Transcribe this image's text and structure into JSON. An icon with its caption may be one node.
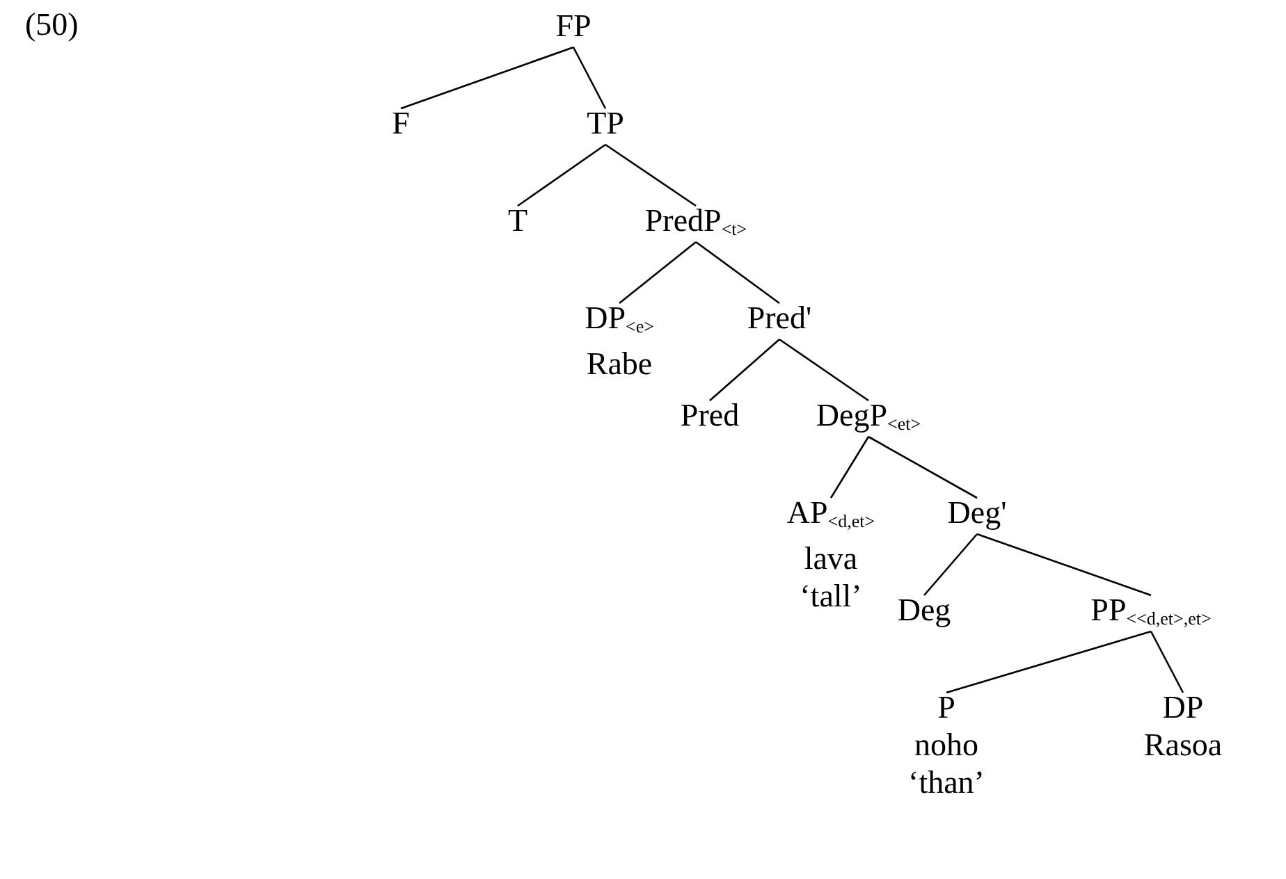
{
  "diagram": {
    "nodes": [
      {
        "text": [
          "FP"
        ]
      },
      {
        "text": [
          "F"
        ]
      },
      {
        "text": [
          "TP"
        ]
      },
      {
        "text": [
          "T"
        ]
      },
      {
        "text": [
          "PredP$_{<t>}$"
        ]
      },
      {
        "text": [
          "DP$_{<e>}$",
          "Rabe"
        ]
      },
      {
        "text": [
          "Pred'"
        ]
      },
      {
        "text": [
          "Pred"
        ]
      },
      {
        "text": [
          "DegP$_{<et>}$"
        ]
      },
      {
        "text": [
          "AP$_{<d,et>}$",
          "lava",
          "‘tall’"
        ]
      },
      {
        "text": [
          "Deg'"
        ]
      },
      {
        "text": [
          "Deg"
        ]
      },
      {
        "text": [
          "PP$_{<<d,et>,et>}$"
        ]
      },
      {
        "text": [
          "P",
          "noho",
          "‘than’"
        ]
      },
      {
        "text": [
          "DP",
          "Rasoa"
        ]
      }
    ],
    "edges": [
      {
        "from": 0,
        "to": 1,
        "arrow": "none"
      },
      {
        "from": 0,
        "to": 2,
        "arrow": "none"
      },
      {
        "from": 2,
        "to": 3,
        "arrow": "none"
      },
      {
        "from": 2,
        "to": 4,
        "arrow": "none"
      },
      {
        "from": 4,
        "to": 5,
        "arrow": "none"
      },
      {
        "from": 4,
        "to": 6,
        "arrow": "none"
      },
      {
        "from": 6,
        "to": 7,
        "arrow": "none"
      },
      {
        "from": 6,
        "to": 8,
        "arrow": "none"
      },
      {
        "from": 8,
        "to": 9,
        "arrow": "none"
      },
      {
        "from": 8,
        "to": 10,
        "arrow": "none"
      },
      {
        "from": 10,
        "to": 11,
        "arrow": "none"
      },
      {
        "from": 10,
        "to": 12,
        "arrow": "none"
      },
      {
        "from": 12,
        "to": 13,
        "arrow": "none"
      },
      {
        "from": 12,
        "to": 14,
        "arrow": "none"
      }
    ],
    "labels": [
      "(50)"
    ]
  }
}
